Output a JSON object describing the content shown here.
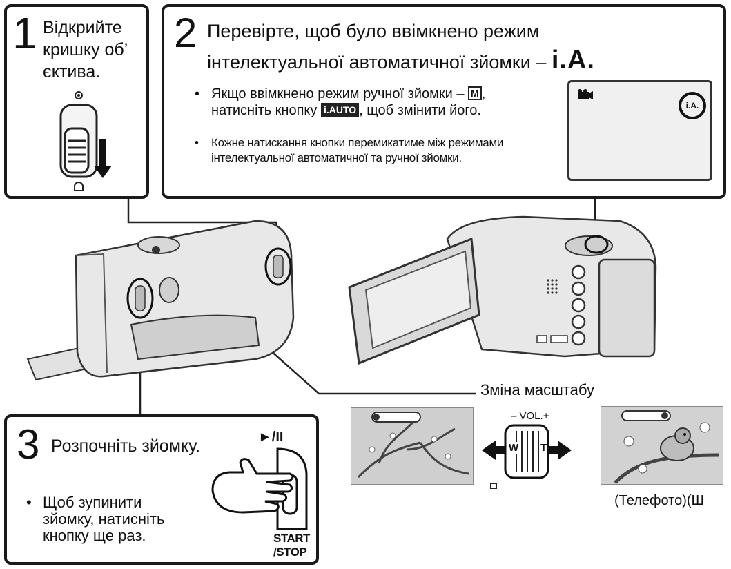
{
  "step1": {
    "number": "1",
    "text_line1": "Відкрийте",
    "text_line2": "кришку об’",
    "text_line3": "єктива."
  },
  "step2": {
    "number": "2",
    "title_line1": "Перевірте, щоб було ввімкнено режим",
    "title_line2": "інтелектуальної автоматичної зйомки –",
    "title_ia": "i.A.",
    "bullet1_line1_prefix": "Якщо ввімкнено режим ручної зйомки –",
    "bullet1_key_m": "M",
    "bullet1_line2_prefix": "натисніть кнопку",
    "bullet1_key_iauto": "i.AUTO",
    "bullet1_line2_suffix": ", щоб змінити його.",
    "bullet2_line1": "Кожне натискання кнопки перемикатиме між режимами",
    "bullet2_line2": "інтелектуальної автоматичної та ручної зйомки.",
    "lcd_badge": "i.A."
  },
  "step3": {
    "number": "3",
    "title": "Розпочніть зйомку.",
    "bullet_line1": "Щоб зупинити",
    "bullet_line2": "зйомку, натисніть",
    "bullet_line3": "кнопку ще раз.",
    "play_pause_label": "►/II",
    "start_label": "START",
    "stop_label": "/STOP"
  },
  "zoom": {
    "title": "Зміна масштабу",
    "vol_label": "– VOL.+",
    "w_label": "W",
    "t_label": "T",
    "telephoto_label": "(Телефото)(Ш"
  },
  "colors": {
    "border": "#1a1a1a",
    "camera_body": "#e6e6e6",
    "camera_shadow": "#9a9a9a",
    "lcd_bg": "#f0f0f0",
    "scene_bg": "#cfcfcf"
  }
}
